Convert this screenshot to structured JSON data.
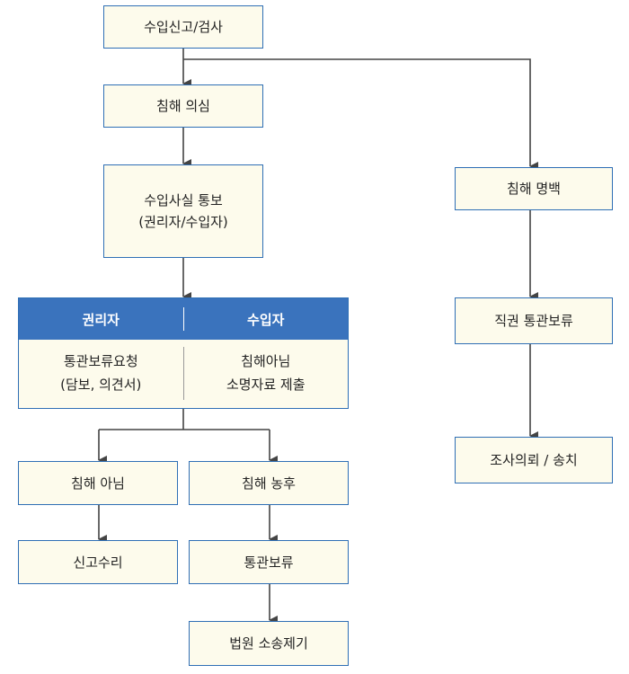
{
  "nodes": {
    "import_declaration": "수입신고/검사",
    "suspected_infringement": "침해 의심",
    "notice_line1": "수입사실 통보",
    "notice_line2": "(권리자/수입자)",
    "not_infringement": "침해 아님",
    "report_accepted": "신고수리",
    "infringement_likely": "침해 농후",
    "customs_hold": "통관보류",
    "lawsuit": "법원 소송제기",
    "clear_infringement": "침해 명백",
    "ex_officio_hold": "직권 통관보류",
    "investigation": "조사의뢰 / 송치"
  },
  "table": {
    "head_left": "권리자",
    "head_right": "수입자",
    "left_line1": "통관보류요청",
    "left_line2": "(담보, 의견서)",
    "right_line1": "침해아님",
    "right_line2": "소명자료 제출"
  },
  "colors": {
    "border": "#2f6fb5",
    "header_fill": "#3a73bd",
    "box_fill": "#fdfbec",
    "arrow": "#444444"
  }
}
